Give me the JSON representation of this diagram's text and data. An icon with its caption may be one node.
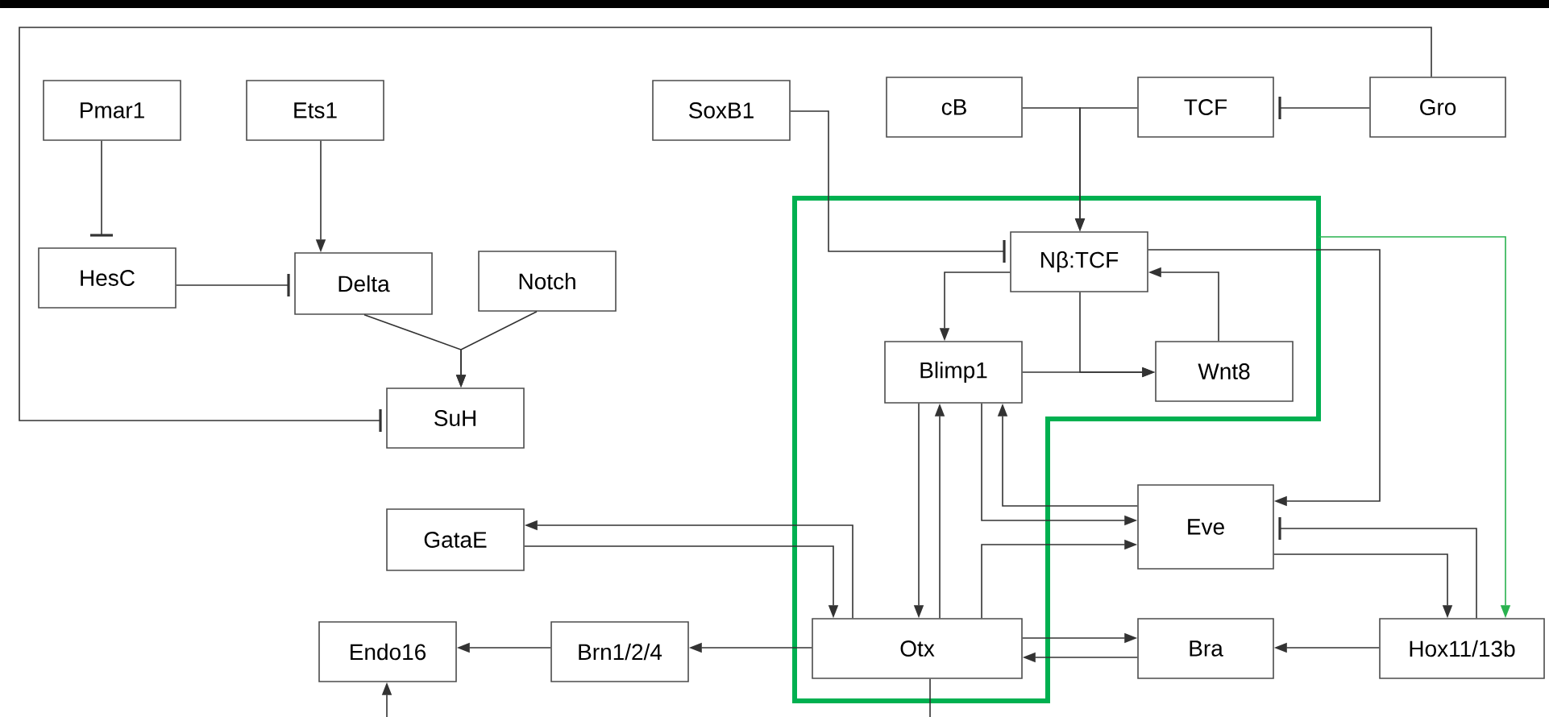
{
  "diagram": {
    "nodes": [
      {
        "text": [
          "Pmar1"
        ]
      },
      {
        "text": [
          "Ets1"
        ]
      },
      {
        "text": [
          "SoxB1"
        ]
      },
      {
        "text": [
          "cB"
        ]
      },
      {
        "text": [
          "TCF"
        ]
      },
      {
        "text": [
          "Gro"
        ]
      },
      {
        "text": [
          "HesC"
        ]
      },
      {
        "text": [
          "Delta"
        ]
      },
      {
        "text": [
          "Notch"
        ]
      },
      {
        "text": [],
        "shape": "box"
      },
      {
        "text": [
          "Nβ:TCF"
        ],
        "in": 9
      },
      {
        "text": [
          "Blimp1"
        ],
        "in": 9
      },
      {
        "text": [
          "Wnt8"
        ],
        "in": 9
      },
      {
        "text": [
          "SuH"
        ]
      },
      {
        "text": [
          "GataE"
        ]
      },
      {
        "text": [
          "Eve"
        ]
      },
      {
        "text": [
          "Endo16"
        ]
      },
      {
        "text": [
          "Brn1/2/4"
        ]
      },
      {
        "text": [
          "Otx"
        ],
        "in": 9
      },
      {
        "text": [
          "Bra"
        ]
      },
      {
        "text": [
          "Hox11/13b"
        ]
      }
    ],
    "edges": [
      {
        "from": 0,
        "to": 6,
        "arrow": "other"
      },
      {
        "from": 1,
        "to": 7,
        "arrow": "to"
      },
      {
        "from": 6,
        "to": 7,
        "arrow": "other"
      },
      {
        "from": 7,
        "to": 13,
        "arrow": "to"
      },
      {
        "from": 8,
        "to": 13,
        "arrow": "to"
      },
      {
        "from": 5,
        "to": 13,
        "arrow": "other"
      },
      {
        "from": 5,
        "to": 4,
        "arrow": "other"
      },
      {
        "from": 3,
        "to": 10,
        "arrow": "to"
      },
      {
        "from": 4,
        "to": 10,
        "arrow": "to"
      },
      {
        "from": 2,
        "to": 10,
        "arrow": "other"
      },
      {
        "from": 10,
        "to": 11,
        "arrow": "to"
      },
      {
        "from": 12,
        "to": 10,
        "arrow": "to"
      },
      {
        "from": 10,
        "to": 12,
        "arrow": "to"
      },
      {
        "from": 11,
        "to": 12,
        "arrow": "to"
      },
      {
        "from": 10,
        "to": 15,
        "arrow": "to"
      },
      {
        "from": 9,
        "to": 20,
        "arrow": "to",
        "color": "#2ab24f"
      },
      {
        "from": 11,
        "to": 18,
        "arrow": "to"
      },
      {
        "from": 18,
        "to": 11,
        "arrow": "to"
      },
      {
        "from": 11,
        "to": 15,
        "arrow": "to"
      },
      {
        "from": 15,
        "to": 11,
        "arrow": "to"
      },
      {
        "from": 18,
        "to": 15,
        "arrow": "to"
      },
      {
        "from": 15,
        "to": 20,
        "arrow": "to"
      },
      {
        "from": 20,
        "to": 15,
        "arrow": "other"
      },
      {
        "from": 20,
        "to": 19,
        "arrow": "to"
      },
      {
        "from": 18,
        "to": 19,
        "arrow": "to"
      },
      {
        "from": 19,
        "to": 18,
        "arrow": "to"
      },
      {
        "from": 14,
        "to": 18,
        "arrow": "to"
      },
      {
        "from": 18,
        "to": 14,
        "arrow": "to"
      },
      {
        "from": 18,
        "to": 17,
        "arrow": "to"
      },
      {
        "from": 17,
        "to": 16,
        "arrow": "to"
      },
      {
        "from": null,
        "to": 16,
        "arrow": "to"
      },
      {
        "from": 18,
        "to": null,
        "arrow": "none"
      }
    ]
  }
}
